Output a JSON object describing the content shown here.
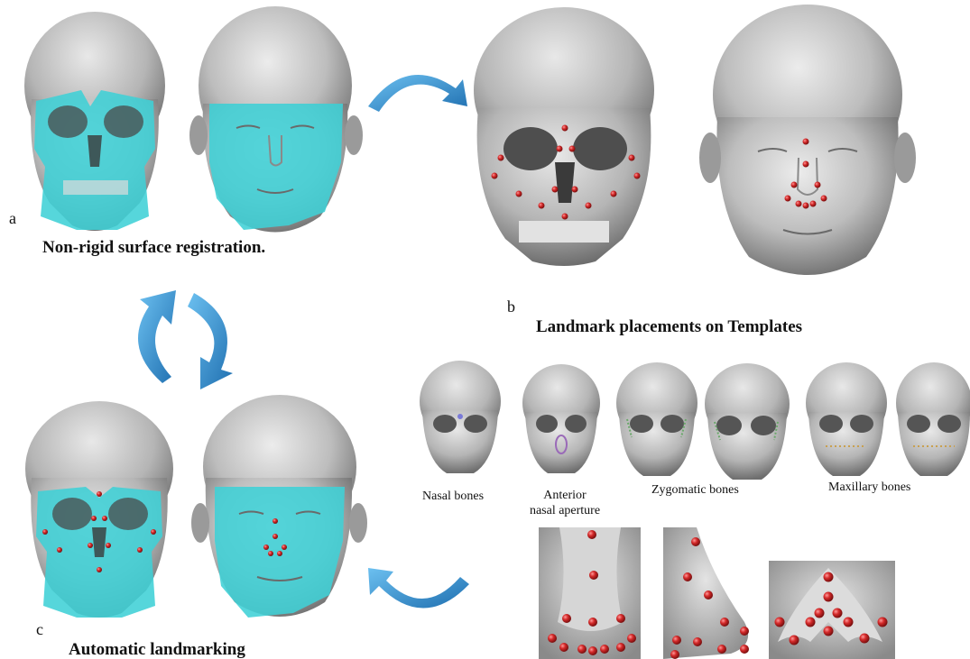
{
  "panels": {
    "a": {
      "letter": "a",
      "caption": "Non-rigid surface registration."
    },
    "b": {
      "letter": "b",
      "caption": "Landmark placements on Templates"
    },
    "c": {
      "letter": "c",
      "caption": "Automatic landmarking"
    }
  },
  "region_labels": {
    "nasal_bones": "Nasal bones",
    "anterior_line1": "Anterior",
    "anterior_line2": "nasal aperture",
    "zygomatic": "Zygomatic bones",
    "maxillary": "Maxillary bones"
  },
  "colors": {
    "registration_overlay": "#3fd0d6",
    "landmark": "#d42a2a",
    "arrow": "#2f8fd0",
    "surface": "#b8b8b8",
    "nasal_marker": "#7a7ad8",
    "aperture_marker": "#9a6ab8",
    "zygomatic_marker": "#6aa86a",
    "maxillary_marker": "#c8a050"
  },
  "icons": [
    "curved-arrow-icon",
    "cycle-arrows-icon"
  ]
}
